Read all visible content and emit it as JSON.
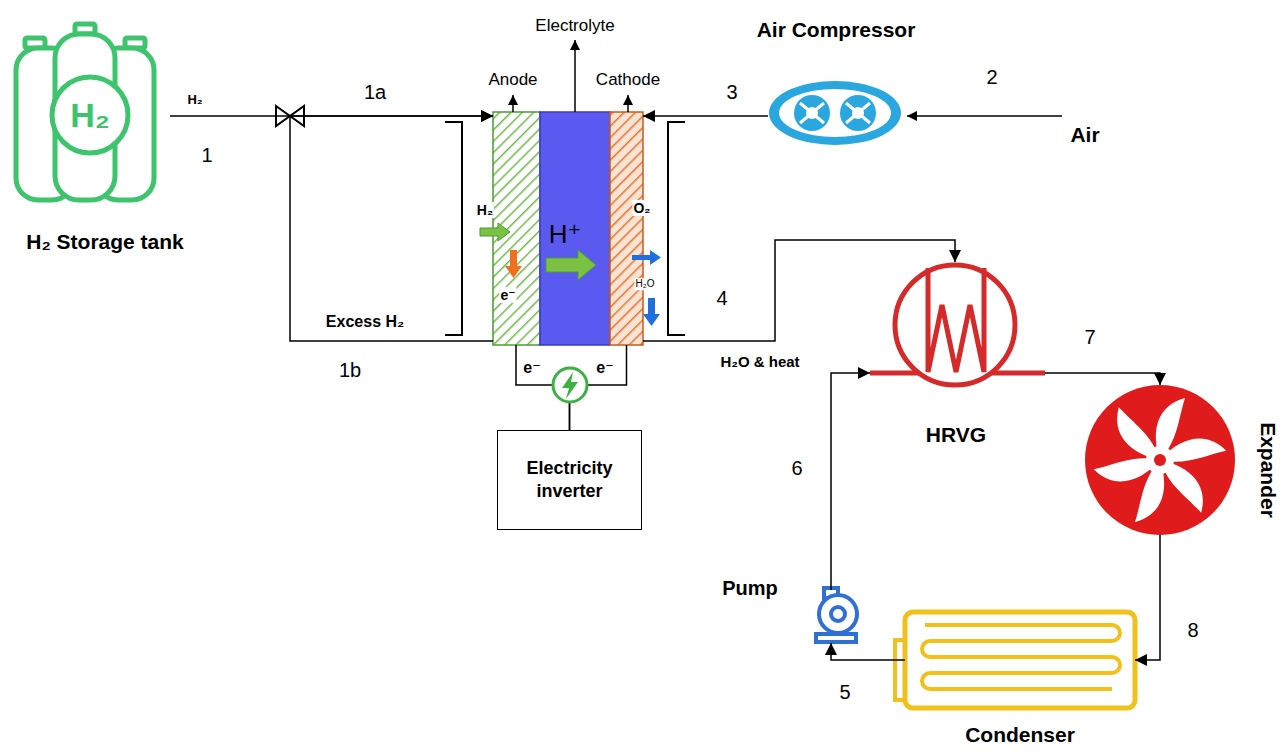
{
  "diagram": {
    "nodes": [
      {
        "text": [
          "H₂",
          "H₂ Storage tank"
        ]
      },
      {
        "text": [
          "Anode",
          "H₂",
          "e⁻"
        ]
      },
      {
        "text": [
          "Electrolyte",
          "H⁺"
        ]
      },
      {
        "text": [
          "Cathode",
          "O₂",
          "H₂O"
        ]
      },
      {
        "text": [
          "Air Compressor"
        ]
      },
      {
        "text": [
          "Electricity inverter"
        ]
      },
      {
        "text": [
          "HRVG"
        ]
      },
      {
        "text": [
          "Expander"
        ]
      },
      {
        "text": [
          "Pump"
        ]
      },
      {
        "text": [
          "Condenser"
        ]
      }
    ],
    "edges": [
      {
        "from": 0,
        "to": 1,
        "label": "H₂",
        "arrow": "to"
      },
      {
        "from": 1,
        "to": 1,
        "label": "Excess H₂",
        "arrow": "to"
      },
      {
        "from": 4,
        "to": 3,
        "arrow": "to"
      },
      {
        "from": 3,
        "to": 6,
        "label": "H₂O & heat",
        "arrow": "to"
      },
      {
        "from": 1,
        "to": 5,
        "label": "e⁻",
        "arrow": "none"
      },
      {
        "from": 3,
        "to": 5,
        "label": "e⁻",
        "arrow": "none"
      },
      {
        "from": 6,
        "to": 7,
        "arrow": "to"
      },
      {
        "from": 7,
        "to": 9,
        "arrow": "to"
      },
      {
        "from": 9,
        "to": 8,
        "arrow": "to"
      },
      {
        "from": 8,
        "to": 6,
        "arrow": "to"
      }
    ],
    "labels": [
      "1",
      "1a",
      "2",
      "3",
      "Air",
      "4",
      "1b",
      "7",
      "6",
      "8",
      "5"
    ]
  }
}
